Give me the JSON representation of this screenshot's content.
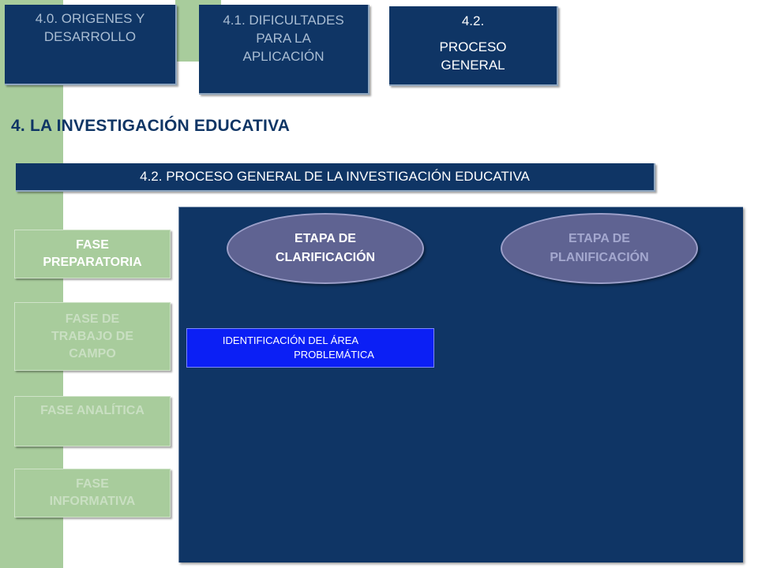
{
  "nav_tabs": [
    {
      "lines": [
        "4.0. ORIGENES Y",
        "DESARROLLO"
      ]
    },
    {
      "lines": [
        "4.1. DIFICULTADES",
        "PARA LA",
        "APLICACIÓN"
      ]
    },
    {
      "lines": [
        "4.2.",
        "PROCESO",
        "GENERAL"
      ]
    }
  ],
  "main_title": "4. LA INVESTIGACIÓN EDUCATIVA",
  "section_title": "4.2. PROCESO GENERAL DE LA INVESTIGACIÓN EDUCATIVA",
  "phases": [
    {
      "label": "FASE PREPARATORIA",
      "state": "active"
    },
    {
      "label": "FASE DE TRABAJO DE CAMPO",
      "state": "faded"
    },
    {
      "label": "FASE ANALÍTICA",
      "state": "faded"
    },
    {
      "label": "FASE INFORMATIVA",
      "state": "faded"
    }
  ],
  "stages": [
    {
      "lines": [
        "ETAPA DE",
        "CLARIFICACIÓN"
      ],
      "state": "active"
    },
    {
      "lines": [
        "ETAPA DE",
        "PLANIFICACIÓN"
      ],
      "state": "faded"
    }
  ],
  "step_box": {
    "lines": [
      "IDENTIFICACIÓN DEL ÁREA",
      "PROBLEMÁTICA"
    ]
  },
  "colors": {
    "navy": "#0f3565",
    "green": "#a8cc9c",
    "ellipse": "#5f6392",
    "highlight_blue": "#0b1ff5"
  }
}
